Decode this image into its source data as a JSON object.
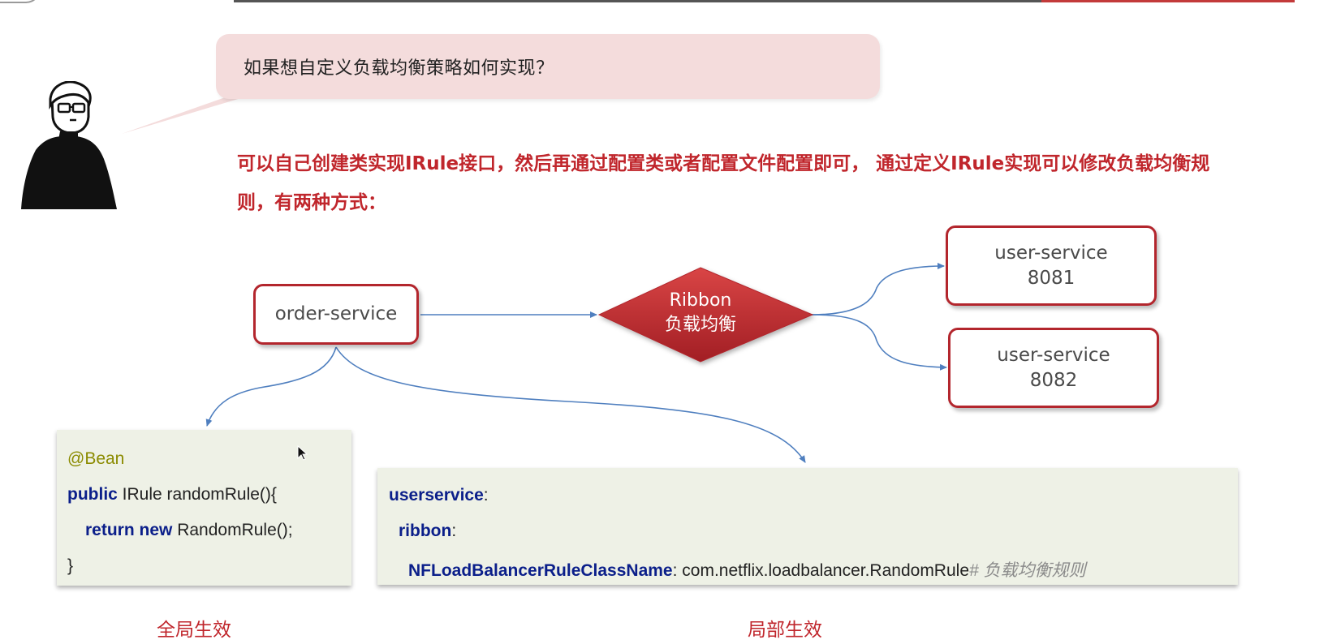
{
  "question": "如果想自定义负载均衡策略如何实现？",
  "answer": "可以自己创建类实现IRule接口，然后再通过配置类或者配置文件配置即可， 通过定义IRule实现可以修改负载均衡规则，有两种方式：",
  "services": {
    "order": "order-service",
    "user1": {
      "name": "user-service",
      "port": "8081"
    },
    "user2": {
      "name": "user-service",
      "port": "8082"
    }
  },
  "ribbon": {
    "line1": "Ribbon",
    "line2": "负载均衡"
  },
  "code_global": {
    "annotation": "@Bean",
    "kw_public": "public",
    "sig": " IRule randomRule(){",
    "kw_return": "return",
    "kw_new": "new",
    "ret_rest": " RandomRule();",
    "close": "}"
  },
  "code_local": {
    "key1": "userservice",
    "key2": "ribbon",
    "key3": "NFLoadBalancerRuleClassName",
    "colon": ":",
    "value": " com.netflix.loadbalancer.RandomRule",
    "comment": "# 负载均衡规则"
  },
  "captions": {
    "global": "全局生效",
    "local": "局部生效"
  },
  "colors": {
    "accent_red": "#b3262d",
    "text_red": "#c0262c",
    "bubble": "#f4dcdc",
    "code_bg": "#eef1e6",
    "arrow_blue": "#4f7fbf"
  },
  "icons": [
    "avatar-icon",
    "cursor-icon"
  ]
}
